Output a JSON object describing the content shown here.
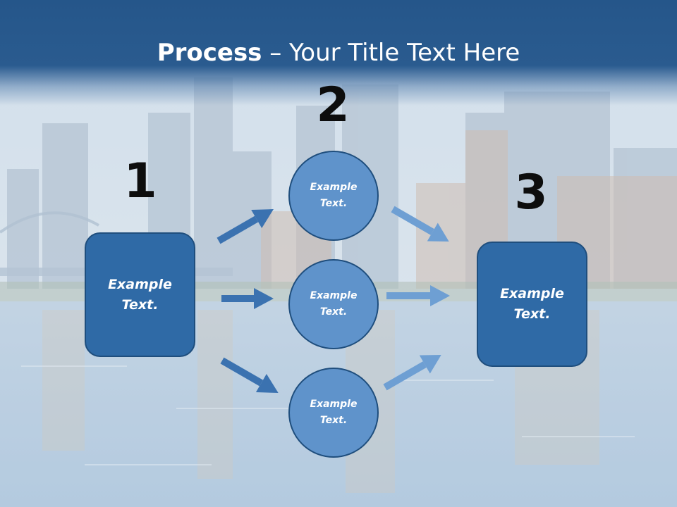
{
  "title": {
    "bold": "Process",
    "rest": " – Your Title Text Here"
  },
  "steps": {
    "one": "1",
    "two": "2",
    "three": "3"
  },
  "left_box": {
    "text": "Example\nText."
  },
  "circles": [
    {
      "text": "Example\nText."
    },
    {
      "text": "Example\nText."
    },
    {
      "text": "Example\nText."
    }
  ],
  "right_box": {
    "text": "Example\nText."
  },
  "colors": {
    "header": "#2a5b8f",
    "box_fill": "#2f6aa6",
    "circle_fill": "#5f93cb",
    "arrow": "#3b72b0",
    "number": "#0d0d0d"
  }
}
